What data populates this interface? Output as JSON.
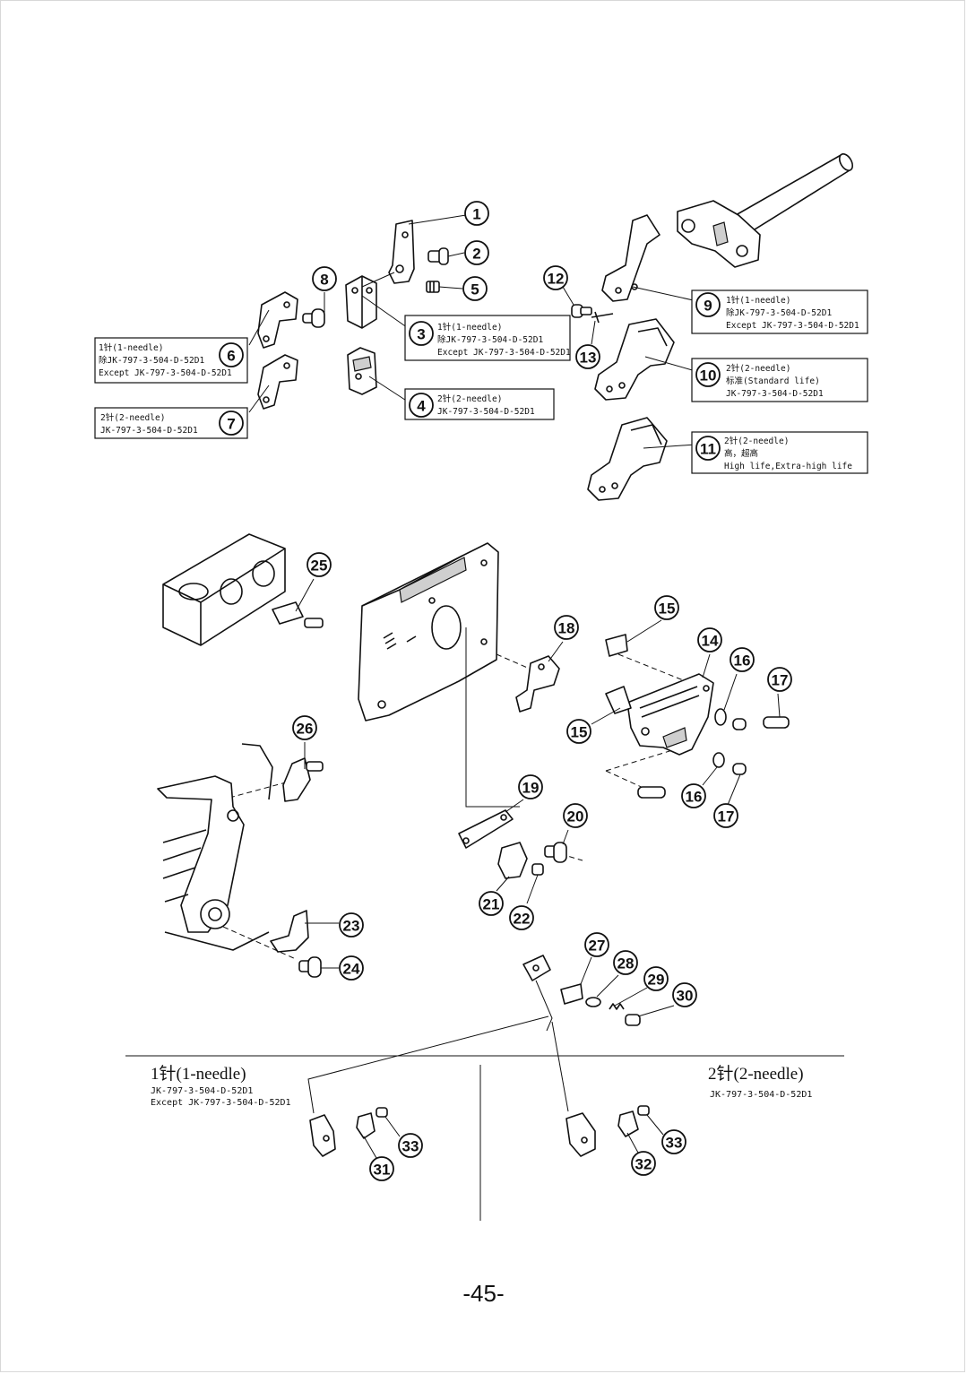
{
  "page_number": "-45-",
  "callouts": [
    "1",
    "2",
    "3",
    "4",
    "5",
    "6",
    "7",
    "8",
    "9",
    "10",
    "11",
    "12",
    "13",
    "14",
    "15",
    "16",
    "17",
    "18",
    "19",
    "20",
    "21",
    "22",
    "23",
    "24",
    "25",
    "26",
    "27",
    "28",
    "29",
    "30",
    "31",
    "32",
    "33"
  ],
  "notes": {
    "n3": [
      "1针(1-needle)",
      "除JK-797-3-504-D-52D1",
      "Except JK-797-3-504-D-52D1"
    ],
    "n4": [
      "2针(2-needle)",
      "JK-797-3-504-D-52D1"
    ],
    "n6": [
      "1针(1-needle)",
      "除JK-797-3-504-D-52D1",
      "Except JK-797-3-504-D-52D1"
    ],
    "n7": [
      "2针(2-needle)",
      "JK-797-3-504-D-52D1"
    ],
    "n9": [
      "1针(1-needle)",
      "除JK-797-3-504-D-52D1",
      "Except JK-797-3-504-D-52D1"
    ],
    "n10": [
      "2针(2-needle)",
      "标准(Standard life)",
      "JK-797-3-504-D-52D1"
    ],
    "n11": [
      "2针(2-needle)",
      "高，超高",
      "High life,Extra-high life"
    ]
  },
  "sections": {
    "one_needle": {
      "title": "1针(1-needle)",
      "line1": "JK-797-3-504-D-52D1",
      "line2": "Except JK-797-3-504-D-52D1"
    },
    "two_needle": {
      "title": "2针(2-needle)",
      "line1": "JK-797-3-504-D-52D1"
    }
  }
}
